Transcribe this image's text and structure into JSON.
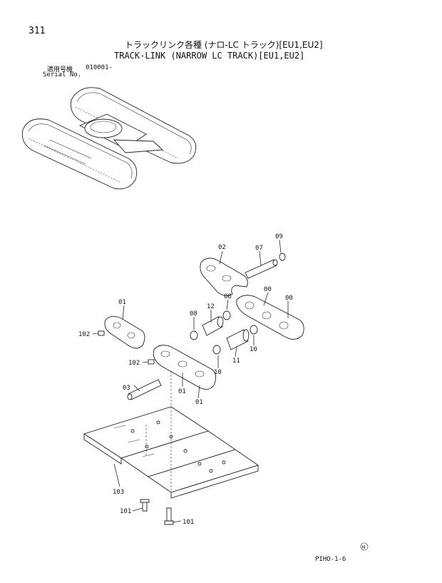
{
  "page_number": "311",
  "title_jp": "トラックリンク各種 (ナロ-LC トラック)[EU1,EU2]",
  "title_en": "TRACK-LINK (NARROW LC TRACK)[EU1,EU2]",
  "serial_label_jp": "適用号機",
  "serial_number": "010001-",
  "serial_label_en": "Serial No.",
  "page_code": "PIHO-1-6",
  "callouts": {
    "c01a": "01",
    "c01b": "01",
    "c01c": "01",
    "c02": "02",
    "c07": "07",
    "c09": "09",
    "c08a": "08",
    "c08b": "08",
    "c00a": "00",
    "c00b": "00",
    "c12": "12",
    "c11": "11",
    "c10a": "10",
    "c10b": "10",
    "c102a": "102",
    "c102b": "102",
    "c03": "03",
    "c103": "103",
    "c101a": "101",
    "c101b": "101"
  },
  "marks": {
    "copyright": "H"
  }
}
